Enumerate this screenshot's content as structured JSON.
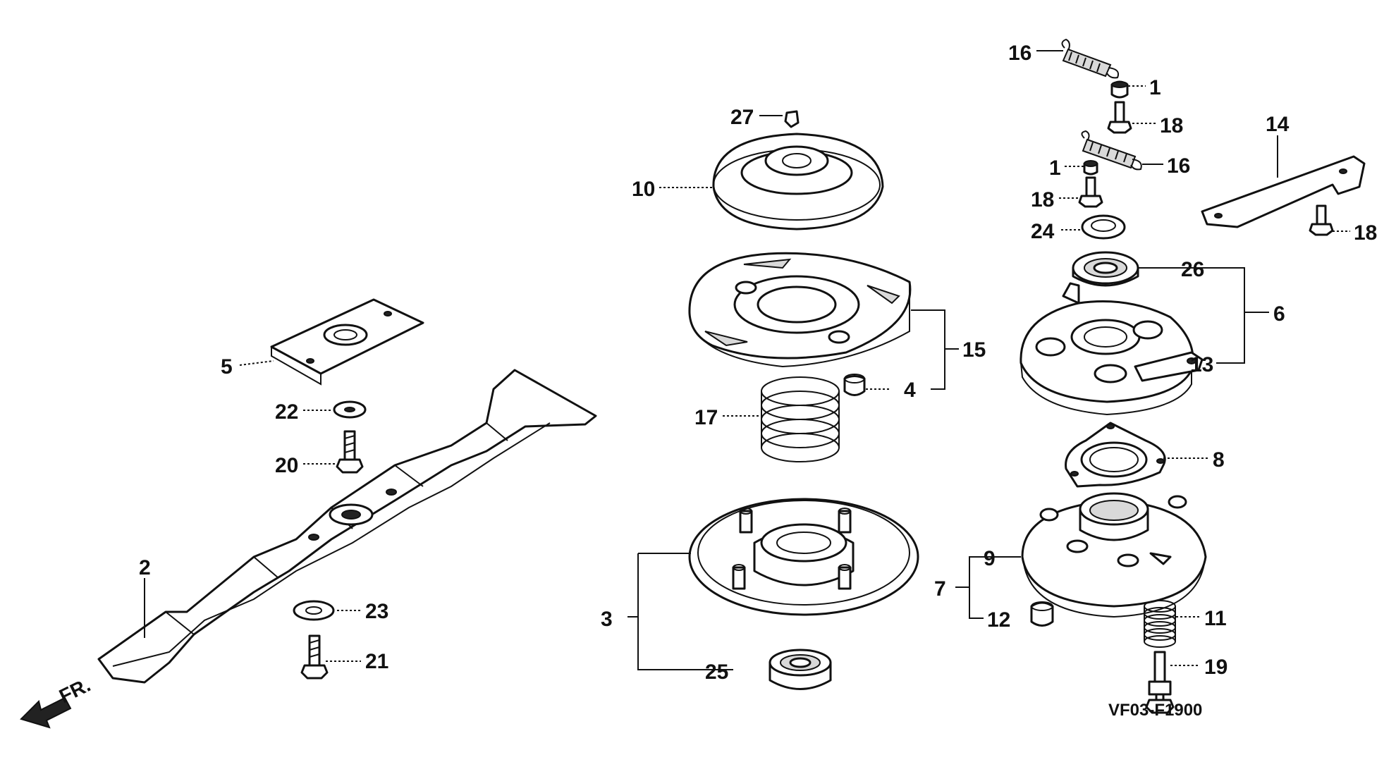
{
  "diagram_code": "VF03-F1900",
  "front_marker": "FR.",
  "callouts": {
    "c1a": "1",
    "c1b": "1",
    "c2": "2",
    "c3": "3",
    "c4": "4",
    "c5": "5",
    "c6": "6",
    "c7": "7",
    "c8": "8",
    "c9": "9",
    "c10": "10",
    "c11": "11",
    "c12": "12",
    "c13": "13",
    "c14": "14",
    "c15": "15",
    "c16a": "16",
    "c16b": "16",
    "c17": "17",
    "c18a": "18",
    "c18b": "18",
    "c18c": "18",
    "c19": "19",
    "c20": "20",
    "c21": "21",
    "c22": "22",
    "c23": "23",
    "c24": "24",
    "c25": "25",
    "c26": "26",
    "c27": "27"
  },
  "colors": {
    "ink": "#111111",
    "paper": "#ffffff"
  }
}
